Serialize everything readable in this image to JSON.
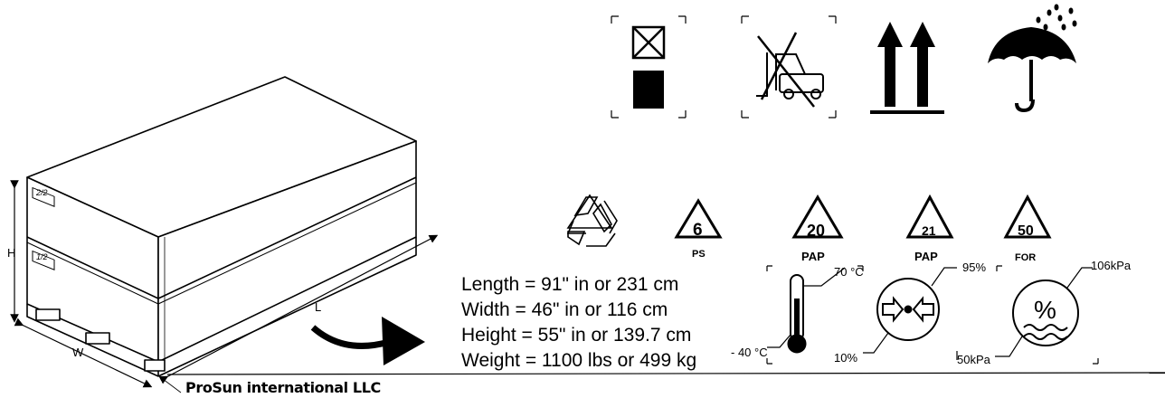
{
  "box": {
    "height_label": "H",
    "width_label": "W",
    "length_label": "L",
    "top_box_tag": "2/2",
    "bottom_box_tag": "1/2"
  },
  "specs": {
    "length": "Length = 91\" in or 231 cm",
    "width": "Width = 46\" in or 116 cm",
    "height": "Height = 55\" in or 139.7 cm",
    "weight": "Weight = 1100 lbs or 499 kg"
  },
  "company": "ProSun international LLC",
  "recycling": [
    {
      "number": "",
      "code": ""
    },
    {
      "number": "6",
      "code": "PS"
    },
    {
      "number": "20",
      "code": "PAP"
    },
    {
      "number": "21",
      "code": "PAP"
    },
    {
      "number": "50",
      "code": "FOR"
    }
  ],
  "limits": {
    "temperature_max": "70 °C",
    "temperature_min": "- 40 °C",
    "humidity_max": "95%",
    "humidity_min": "10%",
    "pressure_max": "106kPa",
    "pressure_min": "50kPa"
  },
  "handling_icons": [
    "do-not-stack-icon",
    "no-forklift-icon",
    "this-way-up-icon",
    "keep-dry-icon"
  ]
}
